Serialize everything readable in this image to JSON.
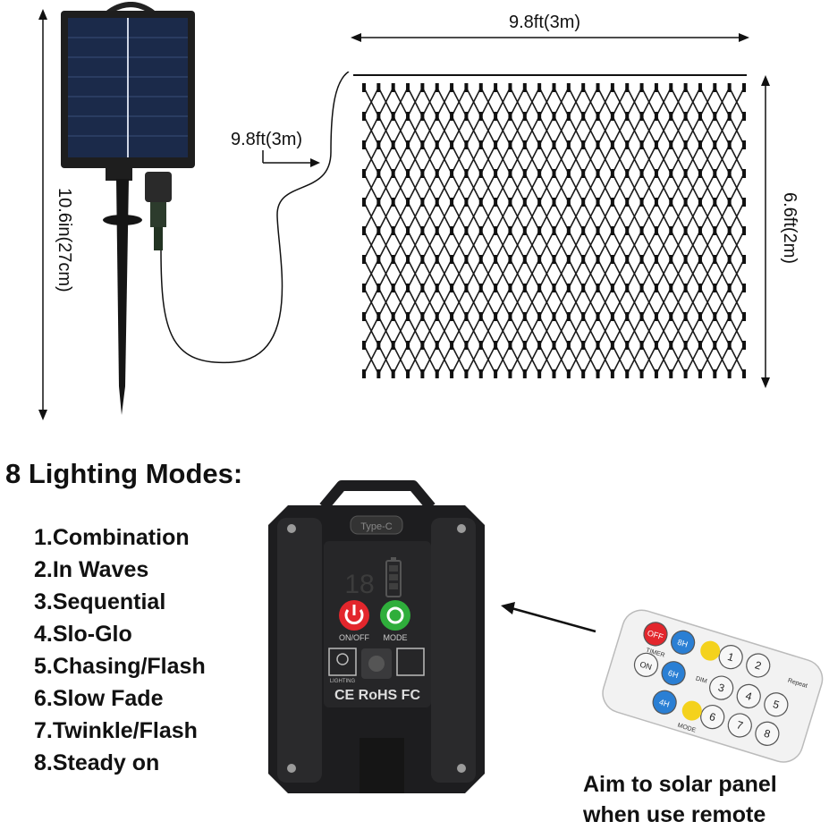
{
  "dimensions": {
    "stake_height": "10.6in(27cm)",
    "cable_length": "9.8ft(3m)",
    "net_width": "9.8ft(3m)",
    "net_height": "6.6ft(2m)"
  },
  "modes": {
    "title": "8 Lighting Modes:",
    "items": [
      "1.Combination",
      "2.In Waves",
      "3.Sequential",
      "4.Slo-Glo",
      "5.Chasing/Flash",
      "6.Slow Fade",
      "7.Twinkle/Flash",
      "8.Steady on"
    ]
  },
  "controller": {
    "port_label": "Type-C",
    "display_digits": "18",
    "onoff_label": "ON/OFF",
    "mode_label": "MODE",
    "lighting_label": "LIGHTING",
    "cert_text": "CE RoHS FC"
  },
  "remote": {
    "buttons": [
      "OFF",
      "8H",
      "ON",
      "6H",
      "4H",
      "1",
      "2",
      "3",
      "4",
      "5",
      "6",
      "7",
      "8"
    ],
    "labels": [
      "TIMER",
      "DIM",
      "MODE",
      "Repeat"
    ]
  },
  "remote_note": {
    "line1": "Aim to solar panel",
    "line2": "when use remote"
  },
  "colors": {
    "panel": "#1b2a4a",
    "housing": "#1d1d1f",
    "power_red": "#e3262c",
    "mode_green": "#2fae3b",
    "remote_blue": "#2a7fd4",
    "remote_yellow": "#f4d21c"
  }
}
